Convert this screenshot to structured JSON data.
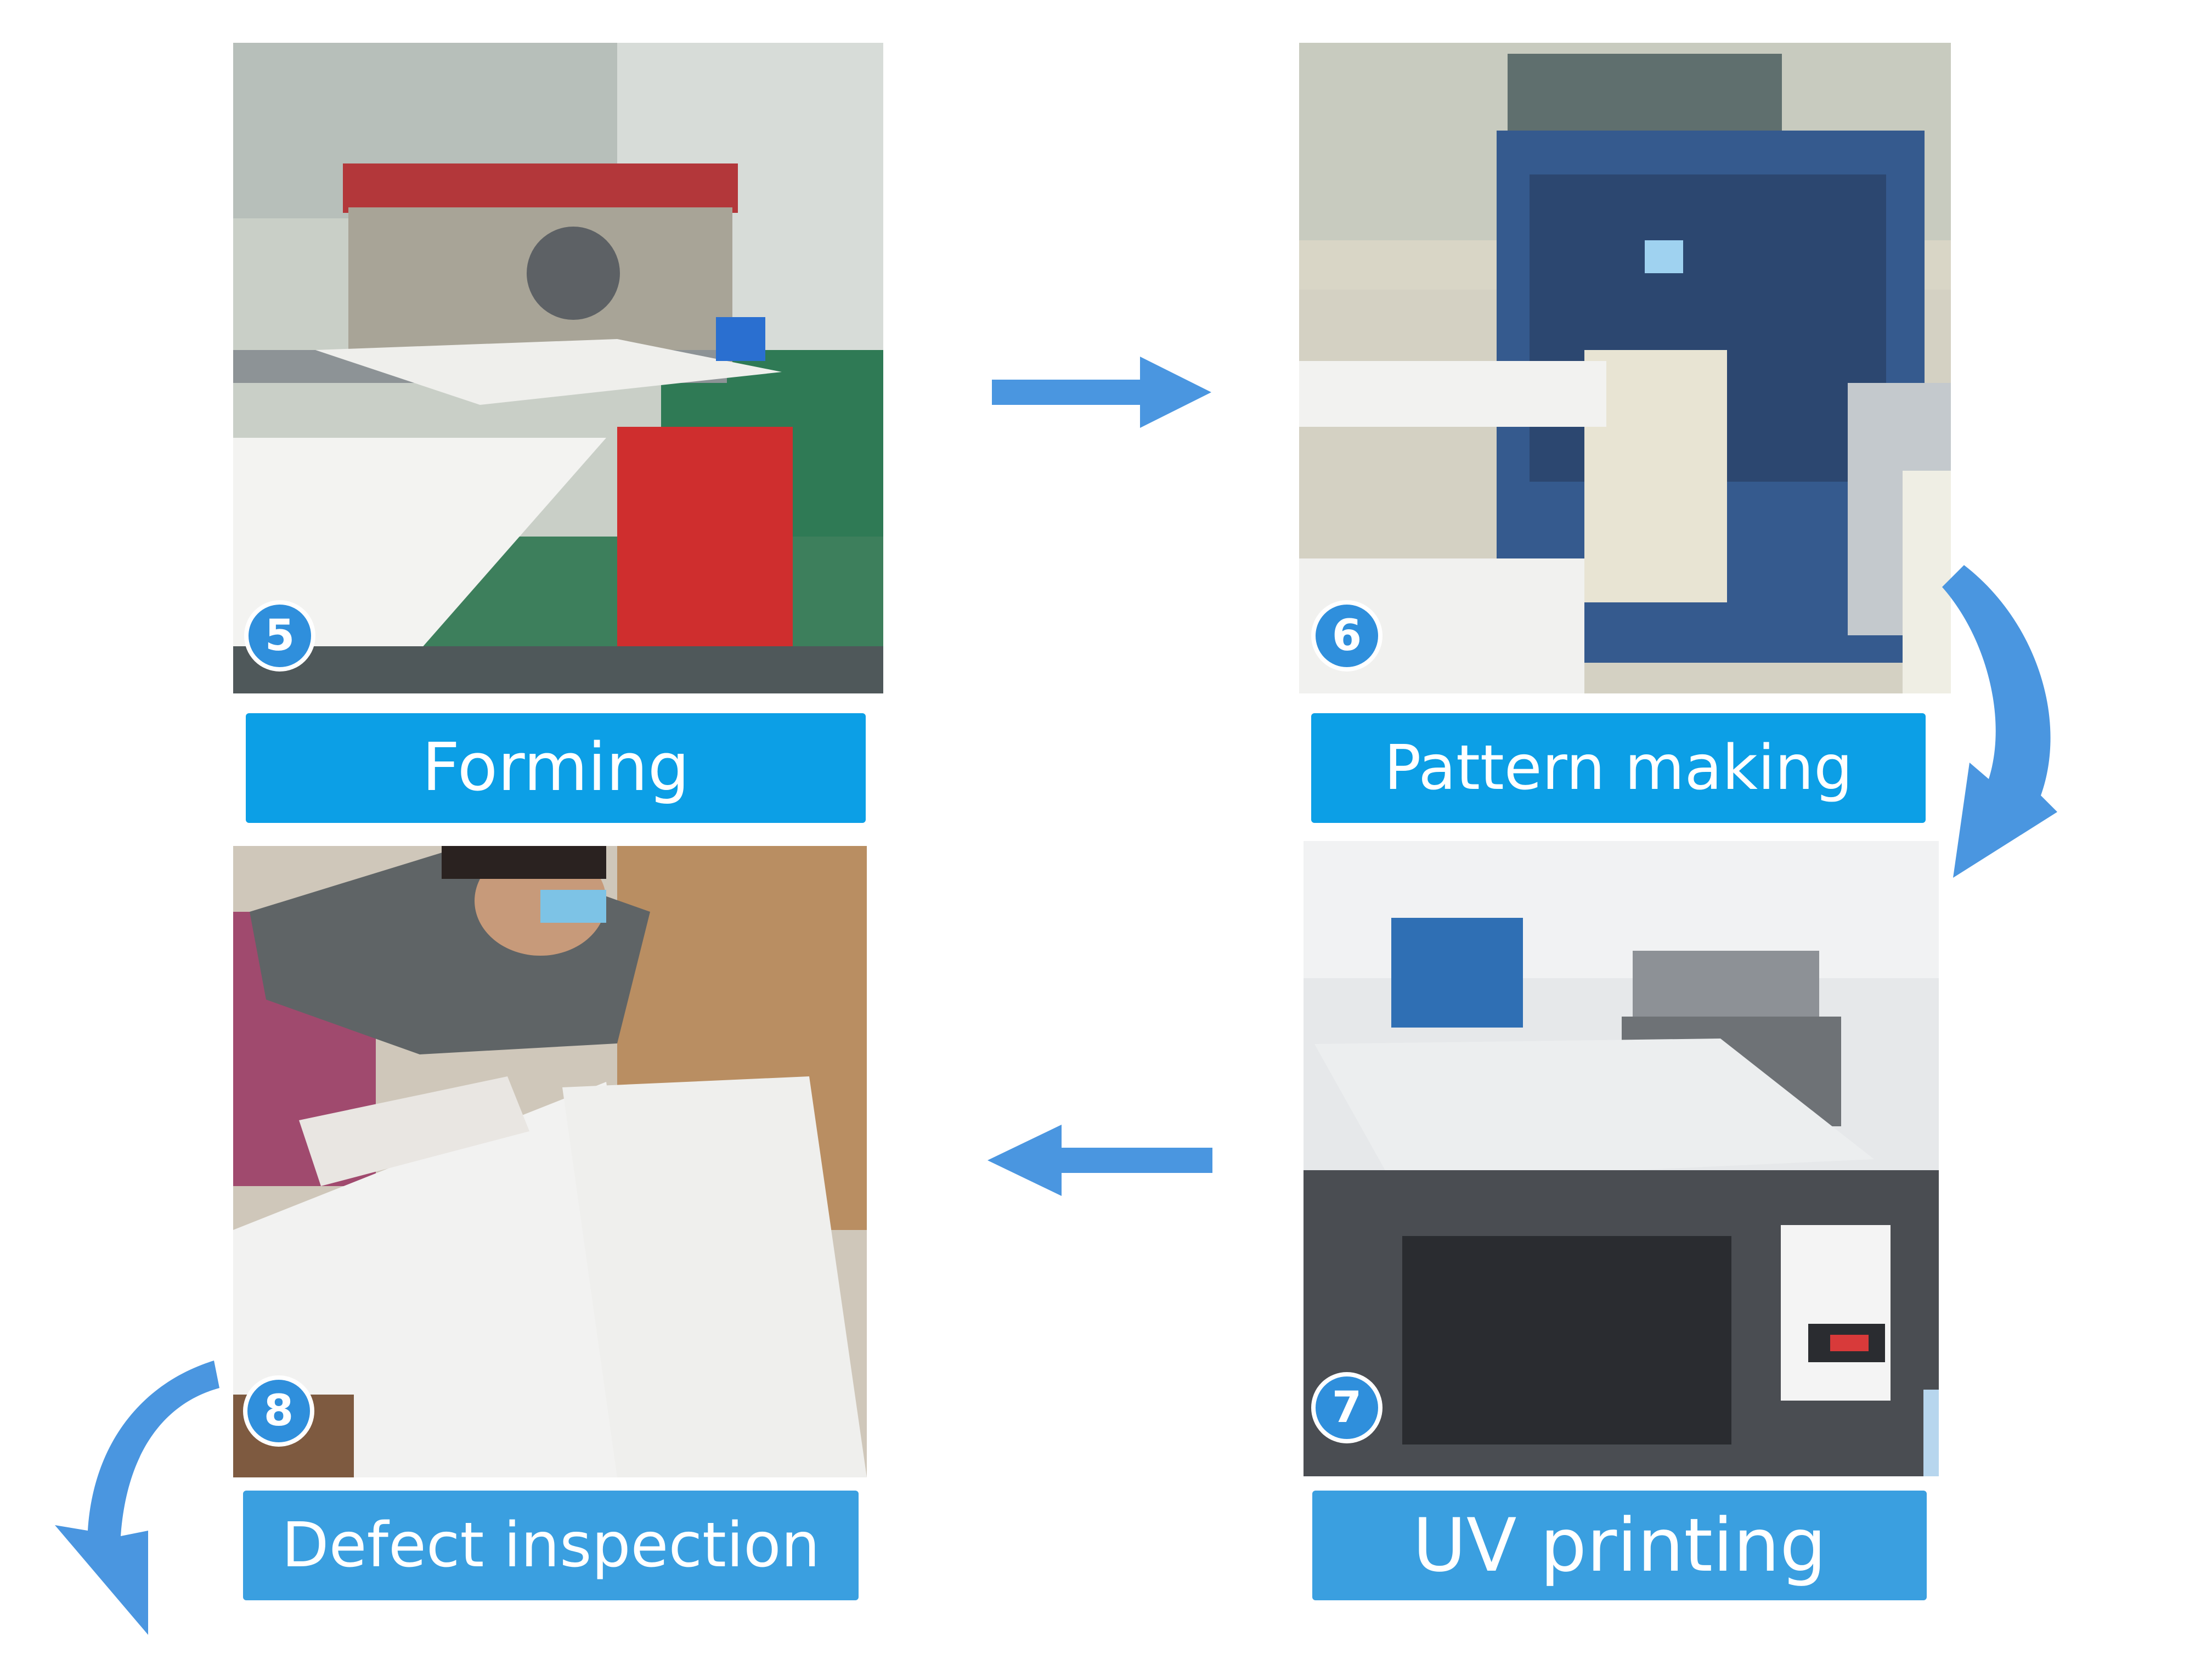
{
  "colors": {
    "caption_blue": "#0c9fe6",
    "caption_blue_alt": "#3a9fe0",
    "arrow_blue": "#4a96e0",
    "badge_blue": "#2f8fdc"
  },
  "steps": [
    {
      "number": "5",
      "label": "Forming"
    },
    {
      "number": "6",
      "label": "Pattern making"
    },
    {
      "number": "7",
      "label": "UV printing"
    },
    {
      "number": "8",
      "label": "Defect inspection"
    }
  ],
  "arrows": [
    {
      "from": "5",
      "to": "6",
      "icon": "arrow-right-icon"
    },
    {
      "from": "6",
      "to": "7",
      "icon": "curved-arrow-down-icon"
    },
    {
      "from": "7",
      "to": "8",
      "icon": "arrow-left-icon"
    },
    {
      "from": "8",
      "to": "next",
      "icon": "curved-arrow-down-icon"
    }
  ]
}
